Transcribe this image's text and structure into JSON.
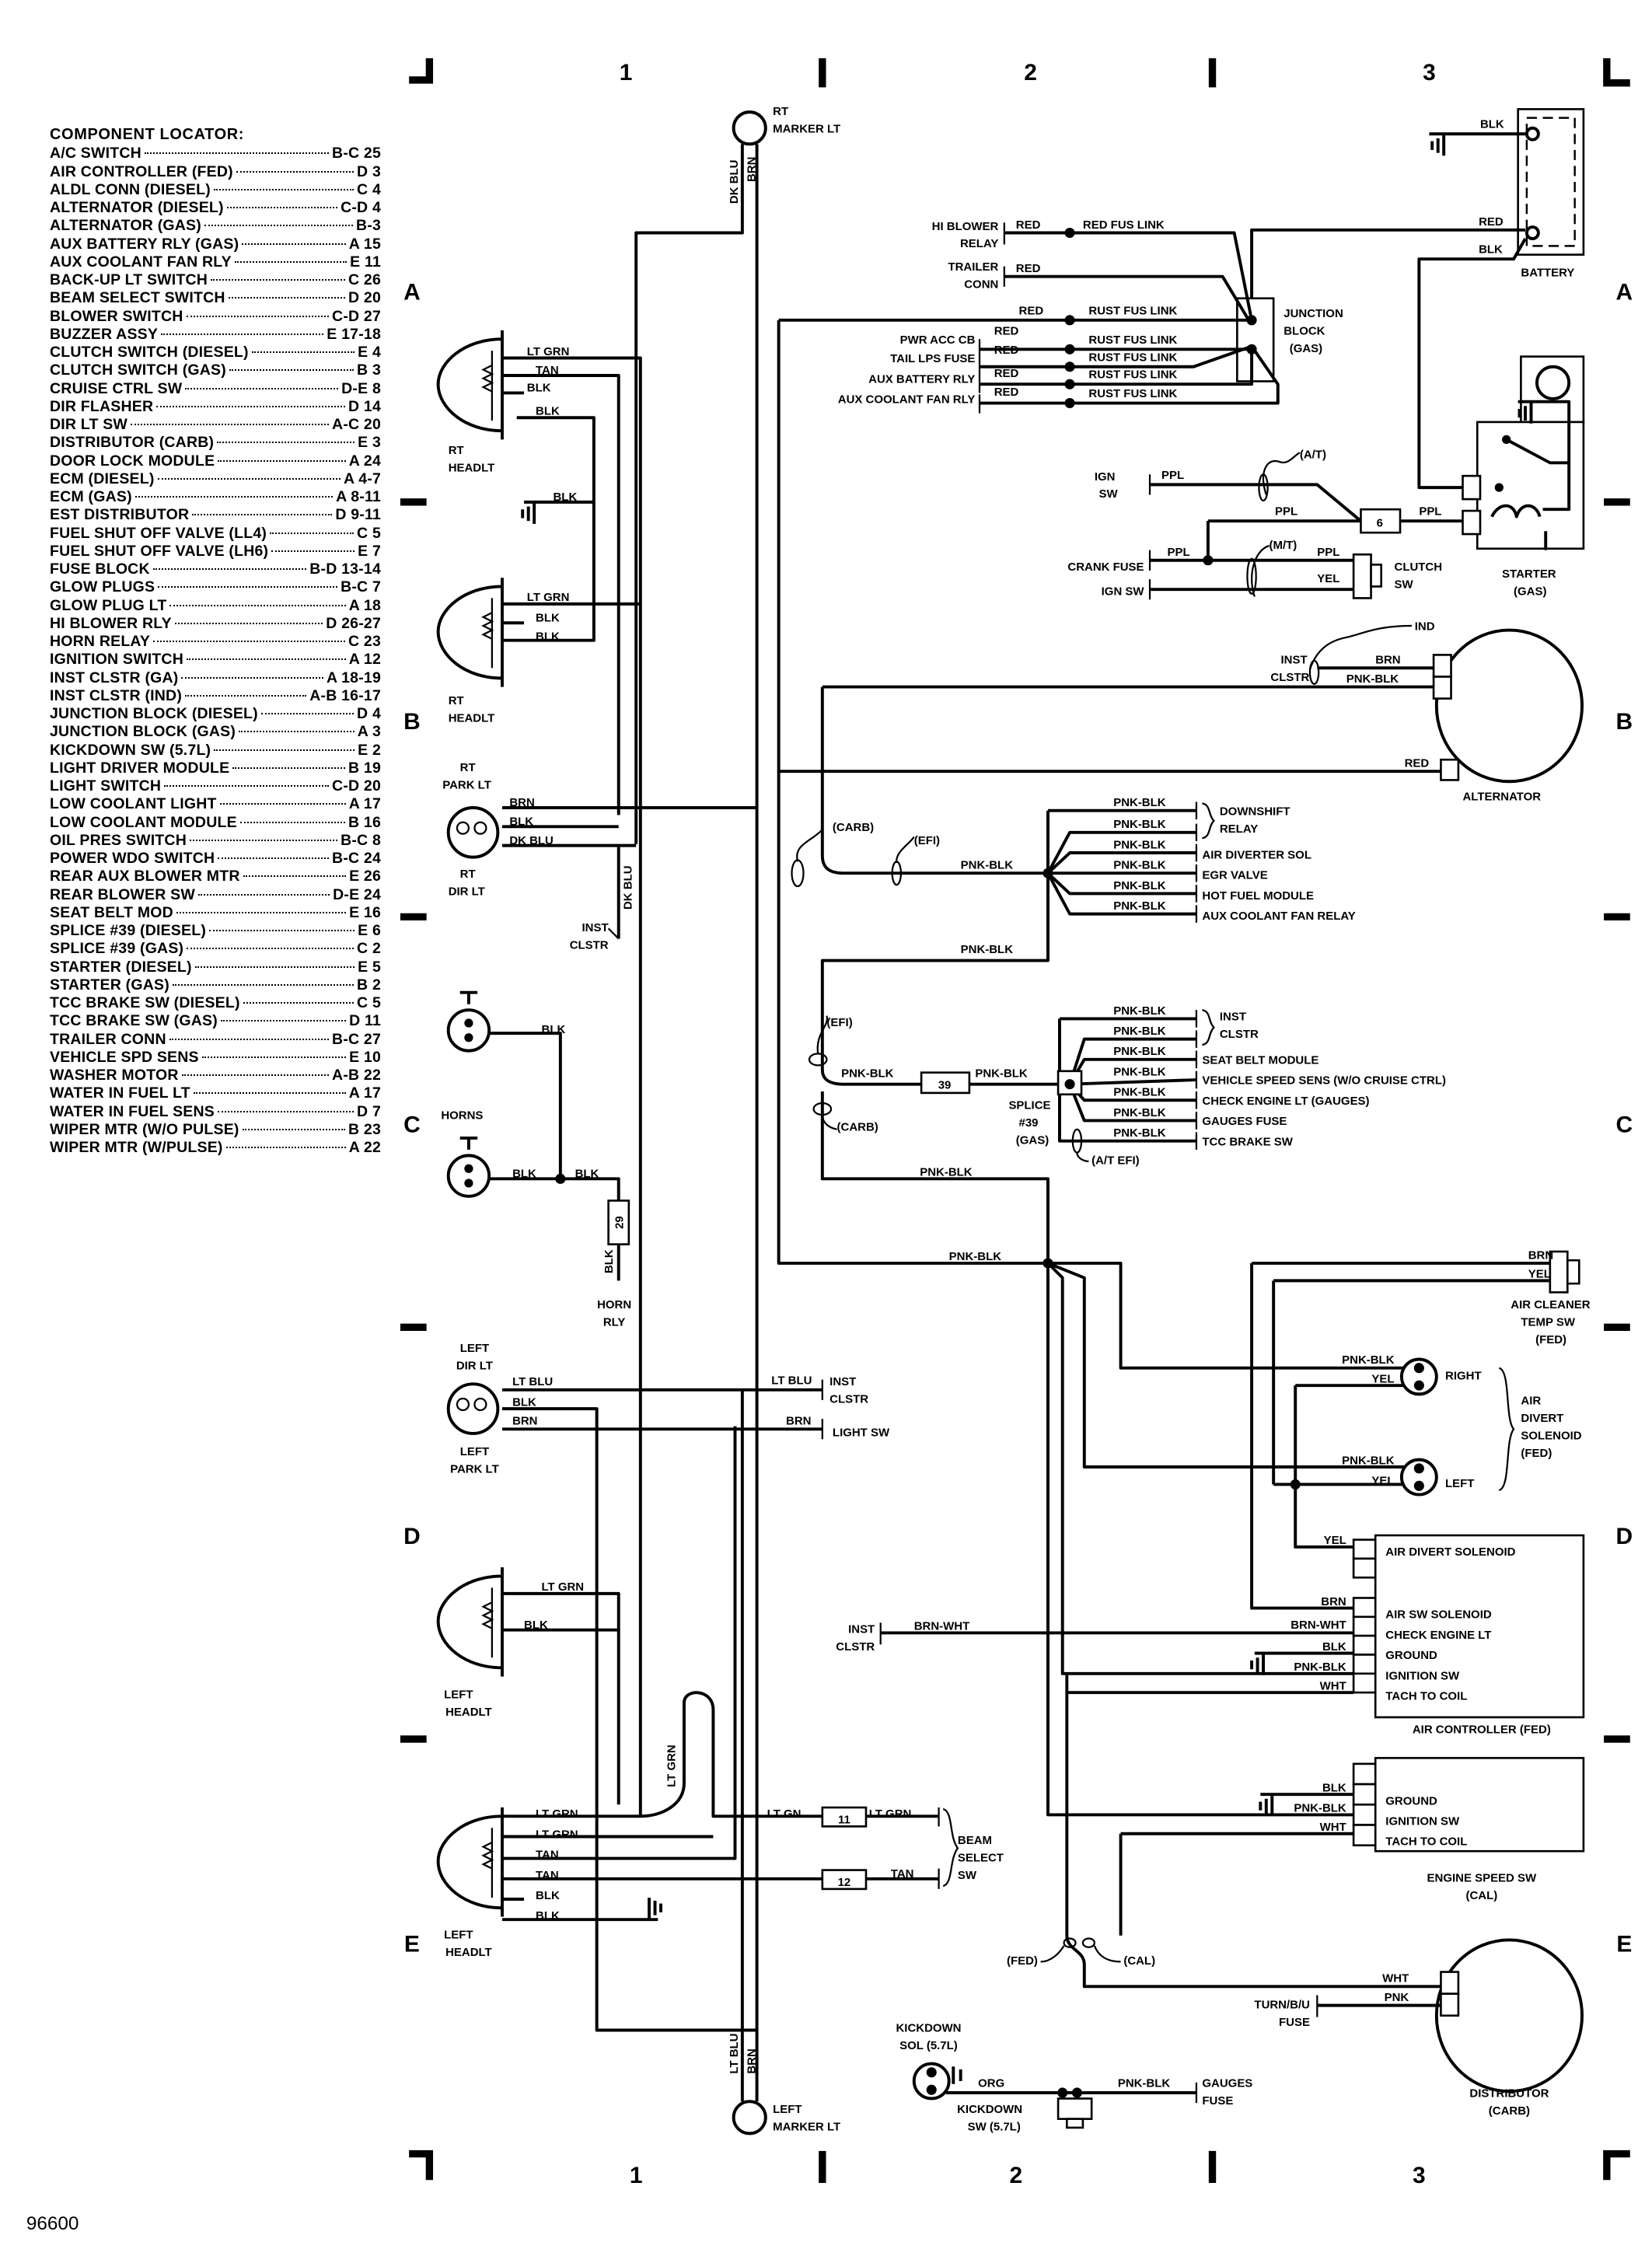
{
  "figure_id": "96600",
  "grid": {
    "columns": [
      "1",
      "2",
      "3"
    ],
    "rows": [
      "A",
      "B",
      "C",
      "D",
      "E"
    ]
  },
  "locator": {
    "title": "COMPONENT LOCATOR:",
    "items": [
      {
        "name": "A/C SWITCH",
        "ref": "B-C 25"
      },
      {
        "name": "AIR CONTROLLER (FED)",
        "ref": "D 3"
      },
      {
        "name": "ALDL CONN (DIESEL)",
        "ref": "C 4"
      },
      {
        "name": "ALTERNATOR (DIESEL)",
        "ref": "C-D 4"
      },
      {
        "name": "ALTERNATOR (GAS)",
        "ref": "B-3"
      },
      {
        "name": "AUX BATTERY RLY (GAS)",
        "ref": "A 15"
      },
      {
        "name": "AUX COOLANT FAN RLY",
        "ref": "E 11"
      },
      {
        "name": "BACK-UP LT SWITCH",
        "ref": "C 26"
      },
      {
        "name": "BEAM SELECT SWITCH",
        "ref": "D 20"
      },
      {
        "name": "BLOWER SWITCH",
        "ref": "C-D 27"
      },
      {
        "name": "BUZZER ASSY",
        "ref": "E 17-18"
      },
      {
        "name": "CLUTCH SWITCH (DIESEL)",
        "ref": "E 4"
      },
      {
        "name": "CLUTCH SWITCH (GAS)",
        "ref": "B 3"
      },
      {
        "name": "CRUISE CTRL SW",
        "ref": "D-E 8"
      },
      {
        "name": "DIR FLASHER",
        "ref": "D 14"
      },
      {
        "name": "DIR LT SW",
        "ref": "A-C 20"
      },
      {
        "name": "DISTRIBUTOR (CARB)",
        "ref": "E 3"
      },
      {
        "name": "DOOR LOCK MODULE",
        "ref": "A 24"
      },
      {
        "name": "ECM (DIESEL)",
        "ref": "A 4-7"
      },
      {
        "name": "ECM (GAS)",
        "ref": "A 8-11"
      },
      {
        "name": "EST DISTRIBUTOR",
        "ref": "D 9-11"
      },
      {
        "name": "FUEL SHUT OFF VALVE (LL4)",
        "ref": "C 5"
      },
      {
        "name": "FUEL SHUT OFF VALVE (LH6)",
        "ref": "E 7"
      },
      {
        "name": "FUSE BLOCK",
        "ref": "B-D 13-14"
      },
      {
        "name": "GLOW PLUGS",
        "ref": "B-C 7"
      },
      {
        "name": "GLOW PLUG LT",
        "ref": "A 18"
      },
      {
        "name": "HI BLOWER RLY",
        "ref": "D 26-27"
      },
      {
        "name": "HORN RELAY",
        "ref": "C 23"
      },
      {
        "name": "IGNITION SWITCH",
        "ref": "A 12"
      },
      {
        "name": "INST CLSTR (GA)",
        "ref": "A 18-19"
      },
      {
        "name": "INST CLSTR (IND)",
        "ref": "A-B 16-17"
      },
      {
        "name": "JUNCTION BLOCK (DIESEL)",
        "ref": "D 4"
      },
      {
        "name": "JUNCTION BLOCK (GAS)",
        "ref": "A 3"
      },
      {
        "name": "KICKDOWN SW (5.7L)",
        "ref": "E 2"
      },
      {
        "name": "LIGHT DRIVER MODULE",
        "ref": "B 19"
      },
      {
        "name": "LIGHT SWITCH",
        "ref": "C-D 20"
      },
      {
        "name": "LOW COOLANT LIGHT",
        "ref": "A 17"
      },
      {
        "name": "LOW COOLANT MODULE",
        "ref": "B 16"
      },
      {
        "name": "OIL PRES SWITCH",
        "ref": "B-C 8"
      },
      {
        "name": "POWER WDO SWITCH",
        "ref": "B-C 24"
      },
      {
        "name": "REAR AUX BLOWER MTR",
        "ref": "E 26"
      },
      {
        "name": "REAR BLOWER SW",
        "ref": "D-E 24"
      },
      {
        "name": "SEAT BELT MOD",
        "ref": "E 16"
      },
      {
        "name": "SPLICE #39 (DIESEL)",
        "ref": "E 6"
      },
      {
        "name": "SPLICE #39 (GAS)",
        "ref": "C 2"
      },
      {
        "name": "STARTER (DIESEL)",
        "ref": "E 5"
      },
      {
        "name": "STARTER (GAS)",
        "ref": "B 2"
      },
      {
        "name": "TCC BRAKE SW (DIESEL)",
        "ref": "C 5"
      },
      {
        "name": "TCC BRAKE SW (GAS)",
        "ref": "D 11"
      },
      {
        "name": "TRAILER CONN",
        "ref": "B-C 27"
      },
      {
        "name": "VEHICLE SPD SENS",
        "ref": "E 10"
      },
      {
        "name": "WASHER MOTOR",
        "ref": "A-B 22"
      },
      {
        "name": "WATER IN FUEL LT",
        "ref": "A 17"
      },
      {
        "name": "WATER IN FUEL SENS",
        "ref": "D 7"
      },
      {
        "name": "WIPER MTR (W/O PULSE)",
        "ref": "B 23"
      },
      {
        "name": "WIPER MTR (W/PULSE)",
        "ref": "A 22"
      }
    ]
  },
  "labels": {
    "rt_marker_1": "RT",
    "rt_marker_2": "MARKER LT",
    "dk_blu_top": "DK BLU",
    "brn_top": "BRN",
    "hi_blower_1": "HI BLOWER",
    "hi_blower_2": "RELAY",
    "red_hb": "RED",
    "red_fus_link": "RED FUS LINK",
    "trailer_1": "TRAILER",
    "trailer_2": "CONN",
    "red_tr": "RED",
    "red_r1": "RED",
    "rust1": "RUST FUS LINK",
    "pwr_acc": "PWR ACC CB",
    "red_r2": "RED",
    "rust2": "RUST FUS LINK",
    "tail": "TAIL LPS FUSE",
    "red_r3": "RED",
    "rust3": "RUST FUS LINK",
    "auxbat": "AUX BATTERY RLY",
    "red_r4": "RED",
    "rust4": "RUST FUS LINK",
    "auxcool": "AUX COOLANT FAN RLY",
    "red_r5": "RED",
    "rust5": "RUST FUS LINK",
    "jb_1": "JUNCTION",
    "jb_2": "BLOCK",
    "jb_3": "(GAS)",
    "blk_batt_gnd": "BLK",
    "red_batt": "RED",
    "blk_batt": "BLK",
    "battery": "BATTERY",
    "at": "(A/T)",
    "ign_1": "IGN",
    "ign_2": "SW",
    "ppl1": "PPL",
    "ppl2": "PPL",
    "conn6": "6",
    "ppl3": "PPL",
    "mt": "(M/T)",
    "crank": "CRANK FUSE",
    "ppl4": "PPL",
    "ppl5": "PPL",
    "yel_clutch": "YEL",
    "ign_sw2": "IGN SW",
    "clutch_1": "CLUTCH",
    "clutch_2": "SW",
    "starter_1": "STARTER",
    "starter_2": "(GAS)",
    "ind": "IND",
    "inst_alt_1": "INST",
    "inst_alt_2": "CLSTR",
    "brn_alt": "BRN",
    "pnkblk_alt": "PNK-BLK",
    "red_alt": "RED",
    "alternator": "ALTERNATOR",
    "carb1": "(CARB)",
    "efi1": "(EFI)",
    "pb_main1": "PNK-BLK",
    "pb_f1": "PNK-BLK",
    "pb_f2": "PNK-BLK",
    "pb_f3": "PNK-BLK",
    "pb_f4": "PNK-BLK",
    "pb_f5": "PNK-BLK",
    "pb_f6": "PNK-BLK",
    "downshift_1": "DOWNSHIFT",
    "downshift_2": "RELAY",
    "air_div_sol": "AIR DIVERTER SOL",
    "egr": "EGR VALVE",
    "hot_fuel": "HOT FUEL MODULE",
    "aux_cool": "AUX COOLANT FAN RELAY",
    "pb_main2": "PNK-BLK",
    "efi2": "(EFI)",
    "pb_main3": "PNK-BLK",
    "conn39": "39",
    "pb_main4": "PNK-BLK",
    "carb2": "(CARB)",
    "splice_1": "SPLICE",
    "splice_2": "#39",
    "splice_3": "(GAS)",
    "pb_s1": "PNK-BLK",
    "pb_s2": "PNK-BLK",
    "pb_s3": "PNK-BLK",
    "pb_s4": "PNK-BLK",
    "pb_s5": "PNK-BLK",
    "pb_s6": "PNK-BLK",
    "pb_s7": "PNK-BLK",
    "inst_s_1": "INST",
    "inst_s_2": "CLSTR",
    "seatbelt": "SEAT BELT MODULE",
    "vss": "VEHICLE SPEED SENS (W/O CRUISE CTRL)",
    "cel": "CHECK ENGINE LT (GAUGES)",
    "gauges": "GAUGES FUSE",
    "tcc": "TCC BRAKE SW",
    "at_efi": "(A/T EFI)",
    "pb_main5": "PNK-BLK",
    "pb_main6": "PNK-BLK",
    "brn_acts": "BRN",
    "yel_acts": "YEL",
    "acts_1": "AIR CLEANER",
    "acts_2": "TEMP SW",
    "acts_3": "(FED)",
    "pb_right": "PNK-BLK",
    "yel_right": "YEL",
    "right": "RIGHT",
    "pb_left": "PNK-BLK",
    "yel_left": "YEL",
    "left": "LEFT",
    "ads_1": "AIR",
    "ads_2": "DIVERT",
    "ads_3": "SOLENOID",
    "ads_4": "(FED)",
    "yel_ac": "YEL",
    "brn_ac": "BRN",
    "brnwht_ac": "BRN-WHT",
    "blk_ac": "BLK",
    "pnkblk_ac": "PNK-BLK",
    "wht_ac": "WHT",
    "ac_p1": "AIR DIVERT SOLENOID",
    "ac_p2": "AIR SW SOLENOID",
    "ac_p3": "CHECK ENGINE LT",
    "ac_p4": "GROUND",
    "ac_p5": "IGNITION SW",
    "ac_p6": "TACH TO COIL",
    "ac_title": "AIR CONTROLLER (FED)",
    "inst_ac_1": "INST",
    "inst_ac_2": "CLSTR",
    "brnwht_inst": "BRN-WHT",
    "blk_es": "BLK",
    "pnkblk_es": "PNK-BLK",
    "wht_es": "WHT",
    "es_p1": "GROUND",
    "es_p2": "IGNITION SW",
    "es_p3": "TACH TO COIL",
    "es_title_1": "ENGINE SPEED SW",
    "es_title_2": "(CAL)",
    "fed": "(FED)",
    "cal": "(CAL)",
    "wht_dist": "WHT",
    "pnk_dist": "PNK",
    "turn_1": "TURN/B/U",
    "turn_2": "FUSE",
    "dist_1": "DISTRIBUTOR",
    "dist_2": "(CARB)",
    "kd_sol_1": "KICKDOWN",
    "kd_sol_2": "SOL (5.7L)",
    "org": "ORG",
    "kd_sw_1": "KICKDOWN",
    "kd_sw_2": "SW (5.7L)",
    "pb_kd": "PNK-BLK",
    "gauges_kd_1": "GAUGES",
    "gauges_kd_2": "FUSE",
    "lt_marker_1": "LEFT",
    "lt_marker_2": "MARKER LT",
    "lt_blu_bot": "LT BLU",
    "brn_bot": "BRN",
    "ltgrn1": "LT GRN",
    "tan1": "TAN",
    "blk1a": "BLK",
    "blk1b": "BLK",
    "rt_hl1_1": "RT",
    "rt_hl1_2": "HEADLT",
    "blk_gnd1": "BLK",
    "ltgrn2": "LT GRN",
    "blk2a": "BLK",
    "blk2b": "BLK",
    "rt_hl2_1": "RT",
    "rt_hl2_2": "HEADLT",
    "rt_park_1": "RT",
    "rt_park_2": "PARK LT",
    "brn_park": "BRN",
    "blk_park": "BLK",
    "dkblu_park": "DK BLU",
    "rt_dir_1": "RT",
    "rt_dir_2": "DIR LT",
    "dkblu_rot": "DK BLU",
    "inst_l_1": "INST",
    "inst_l_2": "CLSTR",
    "blk_h1": "BLK",
    "horns": "HORNS",
    "blk_h2": "BLK",
    "blk_h3": "BLK",
    "conn29": "29",
    "blk_h4": "BLK",
    "horn_rly_1": "HORN",
    "horn_rly_2": "RLY",
    "left_dir_1": "LEFT",
    "left_dir_2": "DIR LT",
    "ltblu_l": "LT BLU",
    "blk_l": "BLK",
    "brn_l": "BRN",
    "ltblu_r": "LT BLU",
    "inst_r_1": "INST",
    "inst_r_2": "CLSTR",
    "brn_r": "BRN",
    "lightsw": "LIGHT SW",
    "left_park_1": "LEFT",
    "left_park_2": "PARK LT",
    "ltgrn3": "LT GRN",
    "blk3": "BLK",
    "left_hl1_1": "LEFT",
    "left_hl1_2": "HEADLT",
    "ltgrn4a": "LT GRN",
    "ltgrn4b": "LT GRN",
    "tan4a": "TAN",
    "tan4b": "TAN",
    "blk4a": "BLK",
    "blk4b": "BLK",
    "ltgrn_rot": "LT GRN",
    "ltgn": "LT GN",
    "conn11": "11",
    "ltgrn_out": "LT GRN",
    "tan_out": "TAN",
    "conn12": "12",
    "beam_1": "BEAM",
    "beam_2": "SELECT",
    "beam_3": "SW",
    "left_hl2_1": "LEFT",
    "left_hl2_2": "HEADLT"
  }
}
